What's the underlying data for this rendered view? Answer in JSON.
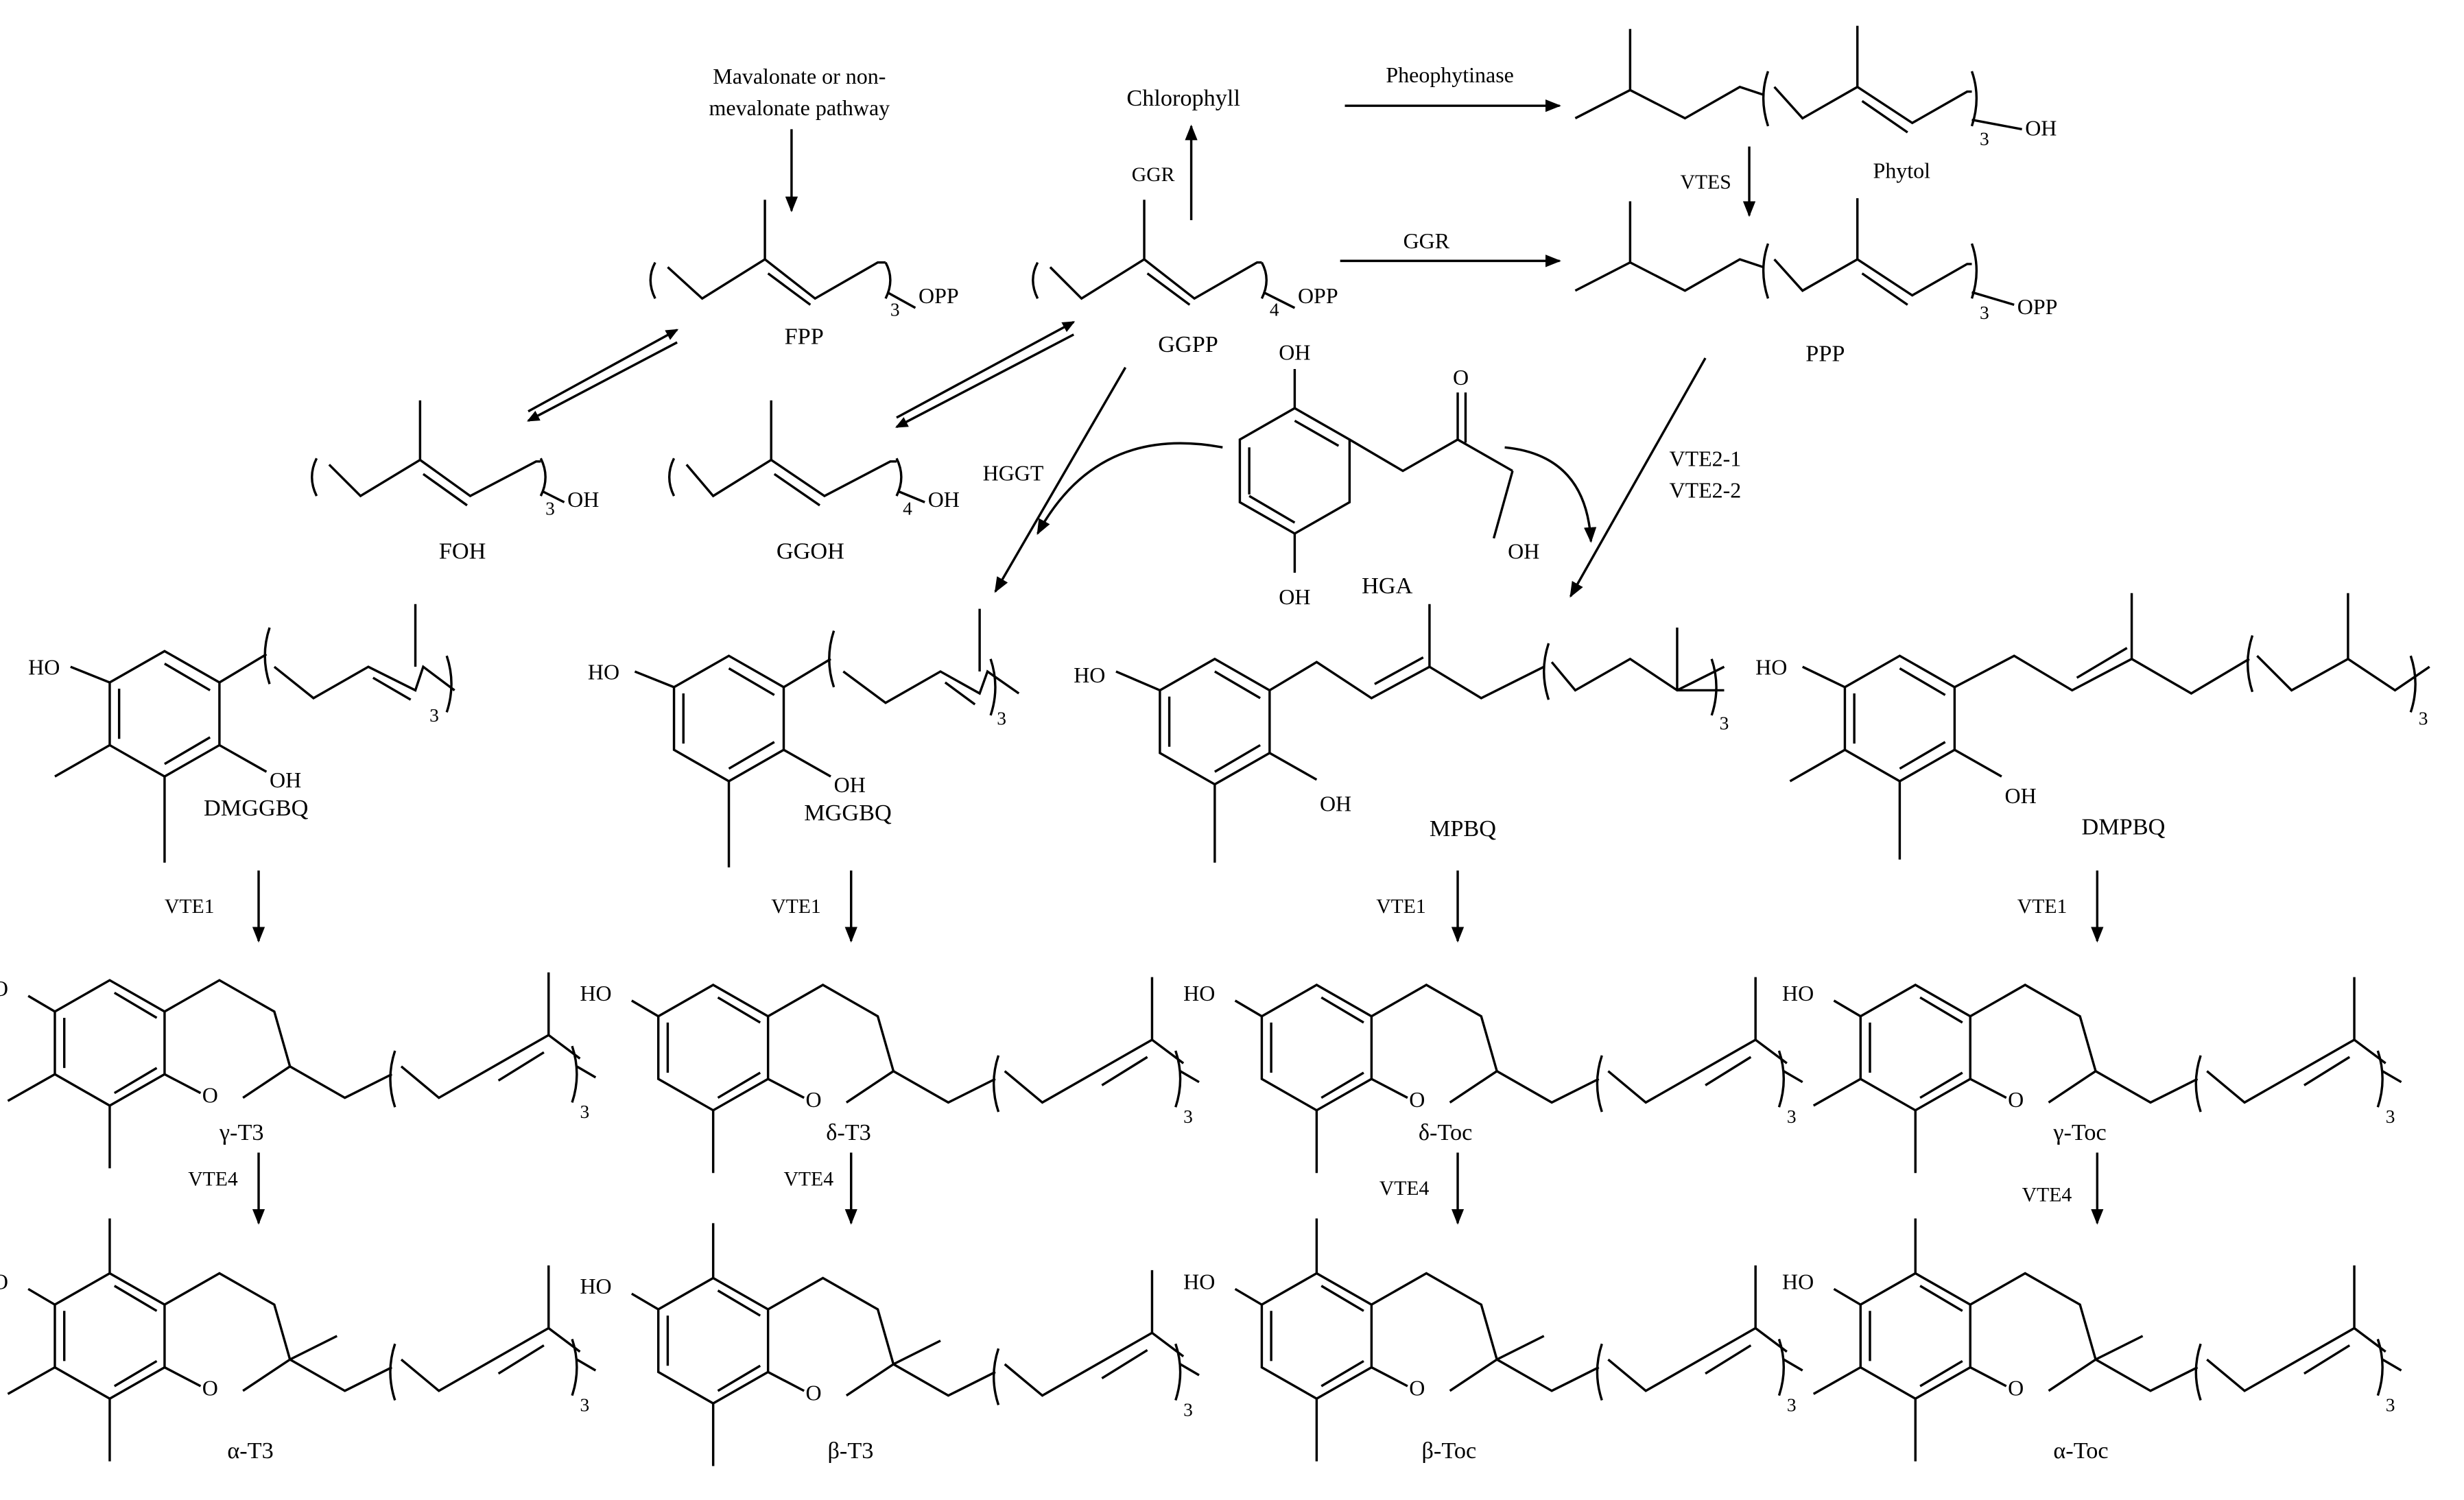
{
  "labels": {
    "mevalonate_line1": "Mavalonate or non-",
    "mevalonate_line2": "mevalonate pathway",
    "chlorophyll": "Chlorophyll",
    "pheophytinase": "Pheophytinase",
    "phytol": "Phytol",
    "oh": "OH",
    "opp": "OPP",
    "ho": "HO",
    "o": "O",
    "n3": "3",
    "n4": "4"
  },
  "compounds": {
    "fpp": "FPP",
    "ggpp": "GGPP",
    "ppp": "PPP",
    "foh": "FOH",
    "ggoh": "GGOH",
    "hga": "HGA",
    "dmggbq": "DMGGBQ",
    "mggbq": "MGGBQ",
    "mpbq": "MPBQ",
    "dmpbq": "DMPBQ",
    "g_t3": "γ-T3",
    "d_t3": "δ-T3",
    "d_toc": "δ-Toc",
    "g_toc": "γ-Toc",
    "a_t3": "α-T3",
    "b_t3": "β-T3",
    "b_toc": "β-Toc",
    "a_toc": "α-Toc"
  },
  "enzymes": {
    "ggr": "GGR",
    "vtes": "VTES",
    "hggt": "HGGT",
    "vte2_1": "VTE2-1",
    "vte2_2": "VTE2-2",
    "vte1": "VTE1",
    "vte4": "VTE4"
  }
}
